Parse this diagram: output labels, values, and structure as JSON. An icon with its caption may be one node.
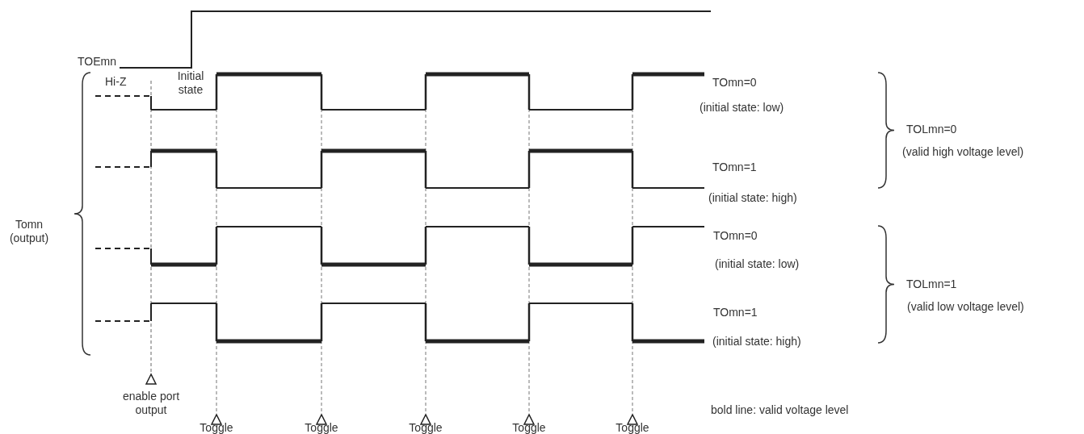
{
  "diagram": {
    "labels": [
      "TOEmn",
      "Hi-Z",
      "Initial state",
      "TOmn=0",
      "(initial state: low)",
      "TOLmn=0",
      "(valid high voltage level)",
      "TOmn=1",
      "(initial state: high)",
      "Tomn (output)",
      "TOmn=0",
      "(initial state: low)",
      "TOLmn=1",
      "(valid low voltage level)",
      "TOmn=1",
      "(initial state: high)",
      "enable port output",
      "bold line: valid voltage level",
      "Toggle",
      "Toggle",
      "Toggle",
      "Toggle",
      "Toggle"
    ]
  }
}
